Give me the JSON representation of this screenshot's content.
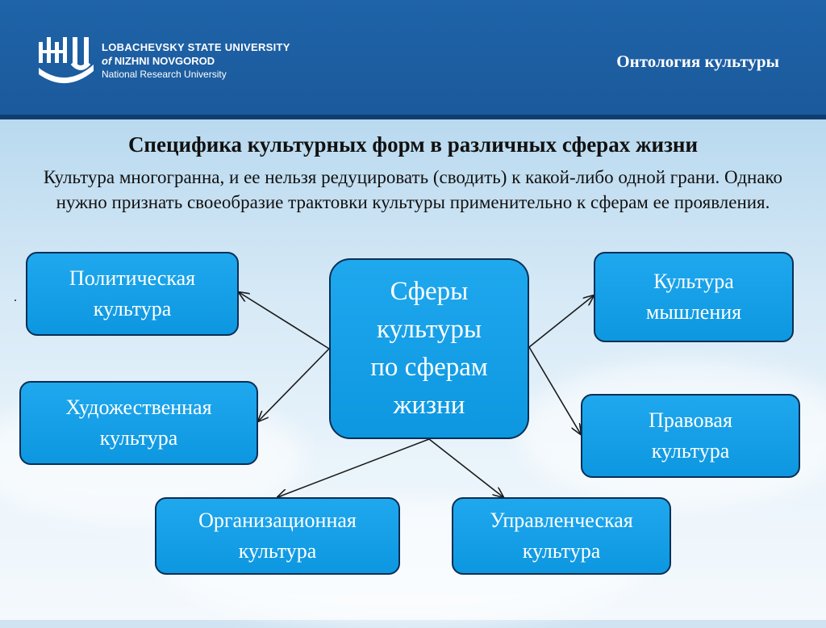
{
  "header": {
    "university_line1": "LOBACHEVSKY STATE UNIVERSITY",
    "university_line2_of": "of",
    "university_line2_rest": "NIZHNI NOVGOROD",
    "university_line3": "National Research University",
    "title": "Онтология культуры"
  },
  "heading": "Специфика культурных форм в различных сферах жизни",
  "intro": "Культура многогранна, и ее нельзя редуцировать (сводить) к какой-либо одной грани. Однако нужно признать своеобразие трактовки культуры применительно к сферам ее проявления.",
  "bullet": ".",
  "diagram": {
    "center": [
      "Сферы",
      "культуры",
      "по сферам",
      "жизни"
    ],
    "political": [
      "Политическая",
      "культура"
    ],
    "artistic": [
      "Художественная",
      "культура"
    ],
    "organizational": [
      "Организационная",
      "культура"
    ],
    "managerial": [
      "Управленческая",
      "культура"
    ],
    "legal": [
      "Правовая",
      "культура"
    ],
    "thinking": [
      "Культура",
      "мышления"
    ]
  },
  "colors": {
    "header": "#1f63a8",
    "box_fill": "#16a2ea",
    "box_border": "#0a2f55",
    "arrow": "#1a1a1a"
  }
}
